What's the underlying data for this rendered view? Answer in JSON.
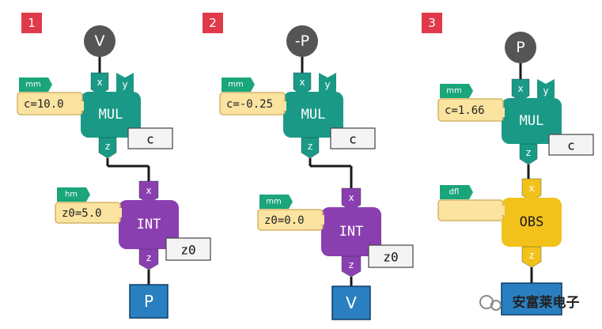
{
  "colors": {
    "step_badge": "#e03a4a",
    "mul": "#1a9a86",
    "int": "#8a3fb0",
    "obs": "#f2c21b",
    "tag_green": "#1aa57a",
    "annotation": "#fbe3a0",
    "annotation_border": "#d4b56a",
    "io_blue": "#2a7fc0",
    "circle": "#555555",
    "param_box": "#f4f4f4"
  },
  "panels": [
    {
      "badge": "1",
      "input": "V",
      "mul": {
        "label": "MUL",
        "port_x": "x",
        "port_y": "y",
        "port_z": "z",
        "param": "c"
      },
      "mul_unit": "mm",
      "mul_value": "c=10.0",
      "block2": {
        "type": "int",
        "label": "INT",
        "port_x": "x",
        "port_z": "z",
        "param": "z0"
      },
      "block2_unit": "hm",
      "block2_value": "z0=5.0",
      "output": "P"
    },
    {
      "badge": "2",
      "input": "-P",
      "mul": {
        "label": "MUL",
        "port_x": "x",
        "port_y": "y",
        "port_z": "z",
        "param": "c"
      },
      "mul_unit": "mm",
      "mul_value": "c=-0.25",
      "block2": {
        "type": "int",
        "label": "INT",
        "port_x": "x",
        "port_z": "z",
        "param": "z0"
      },
      "block2_unit": "mm",
      "block2_value": "z0=0.0",
      "output": "V"
    },
    {
      "badge": "3",
      "input": "P",
      "mul": {
        "label": "MUL",
        "port_x": "x",
        "port_y": "y",
        "port_z": "z",
        "param": "c"
      },
      "mul_unit": "mm",
      "mul_value": "c=1.66",
      "block2": {
        "type": "obs",
        "label": "OBS",
        "port_x": "x",
        "port_z": "z",
        "param": ""
      },
      "block2_unit": "dfl",
      "block2_value": "",
      "output": ""
    }
  ],
  "watermark": "安富莱电子"
}
